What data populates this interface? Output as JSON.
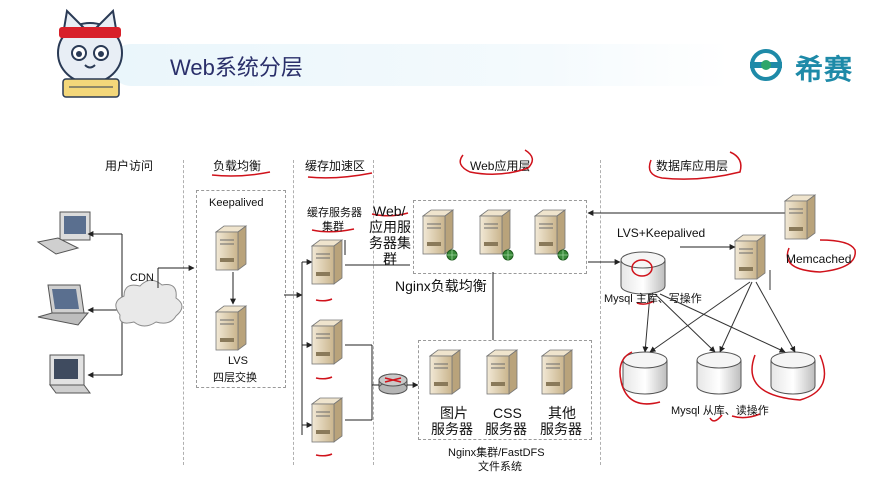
{
  "header": {
    "title": "Web系统分层",
    "brand": "希赛"
  },
  "columns": {
    "user": "用户访问",
    "lb": "负载均衡",
    "cache": "缓存加速区",
    "web": "Web应用层",
    "db": "数据库应用层"
  },
  "labels": {
    "keepalived": "Keepalived",
    "lvs_line1": "LVS",
    "lvs_line2": "四层交换",
    "cache_cluster_line1": "缓存服务器",
    "cache_cluster_line2": "集群",
    "cdn": "CDN",
    "web_cluster_line1": "Web/",
    "web_cluster_line2": "应用服",
    "web_cluster_line3": "务器集",
    "web_cluster_line4": "群",
    "nginx_lb": "Nginx负载均衡",
    "img_line1": "图片",
    "img_line2": "服务器",
    "css_line1": "CSS",
    "css_line2": "服务器",
    "other_line1": "其他",
    "other_line2": "服务器",
    "nginx_cluster_line1": "Nginx集群/FastDFS",
    "nginx_cluster_line2": "文件系统",
    "lvs_keepalived": "LVS+Keepalived",
    "memcached": "Memcached",
    "mysql_master": "Mysql  主库、写操作",
    "mysql_slave": "Mysql  从库、读操作"
  },
  "colors": {
    "title": "#2a2f6a",
    "brand": "#1e8aa8",
    "annotation": "#d0121b",
    "server": "#d8c7a4",
    "globe": "#3a8b3a"
  },
  "icons": [
    "cat-mascot-icon",
    "brand-logo-icon",
    "desktop-computer-icon",
    "laptop-icon",
    "crt-terminal-icon",
    "cloud-icon",
    "router-icon",
    "server-icon",
    "database-icon"
  ]
}
